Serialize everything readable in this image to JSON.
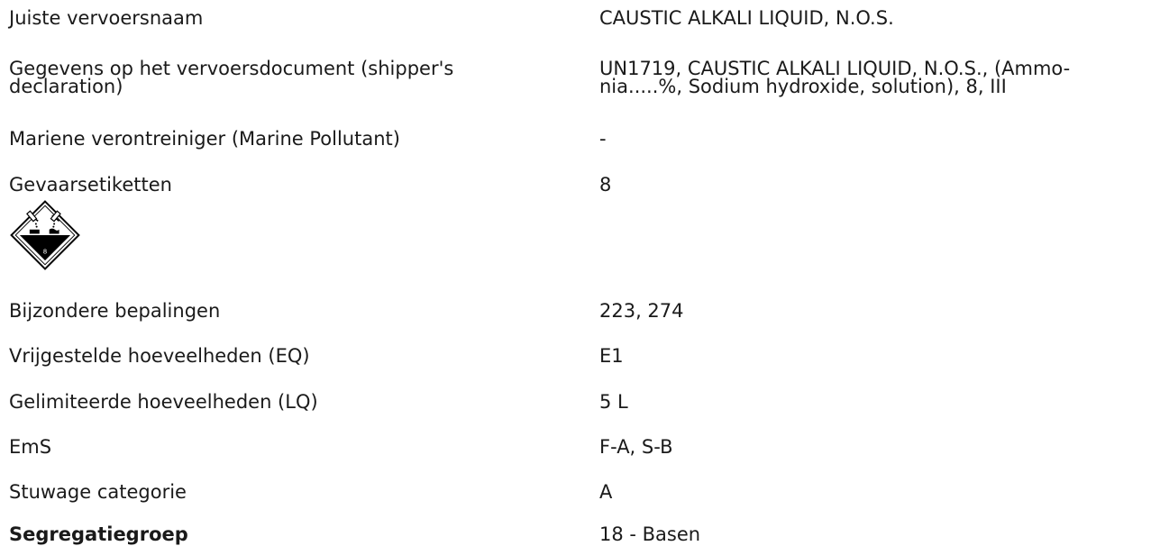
{
  "rows": [
    {
      "label": "Juiste vervoersnaam",
      "value": "CAUSTIC ALKALI LIQUID, N.O.S."
    },
    {
      "label": "Gegevens op het vervoersdocument (shipper's\ndeclaration)",
      "value": "UN1719, CAUSTIC ALKALI LIQUID, N.O.S., (Ammo-\nnia.....%, Sodium hydroxide, solution), 8, III"
    },
    {
      "label": "Mariene verontreiniger (Marine Pollutant)",
      "value": "-"
    },
    {
      "label": "Gevaarsetiketten",
      "value": "8"
    },
    {
      "label": "Bijzondere bepalingen",
      "value": "223, 274"
    },
    {
      "label": "Vrijgestelde hoeveelheden (EQ)",
      "value": "E1"
    },
    {
      "label": "Gelimiteerde hoeveelheden (LQ)",
      "value": "5 L"
    },
    {
      "label": "EmS",
      "value": "F-A, S-B"
    },
    {
      "label": "Stuwage categorie",
      "value": "A"
    },
    {
      "label": "Segregatiegroep",
      "value": "18 - Basen"
    }
  ],
  "pictogram": {
    "icon": "corrosive-hazard-label-icon",
    "class_number": "8"
  }
}
